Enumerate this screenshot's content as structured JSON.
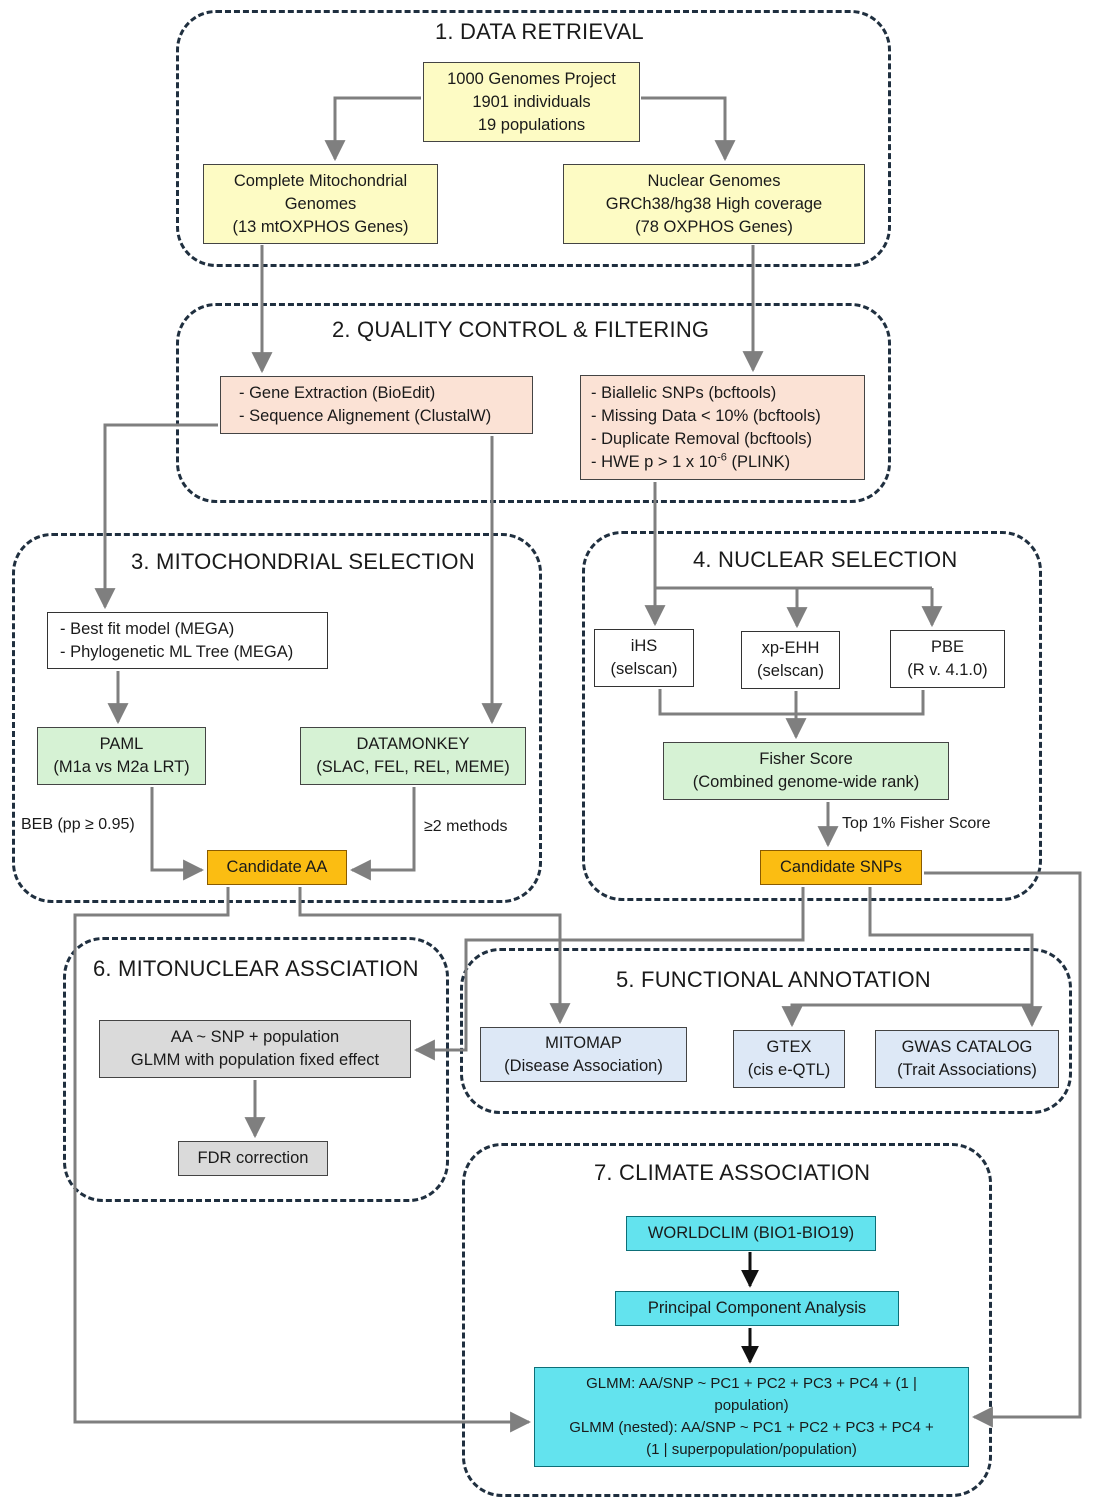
{
  "sections": {
    "s1": "1. DATA RETRIEVAL",
    "s2": "2. QUALITY CONTROL & FILTERING",
    "s3": "3. MITOCHONDRIAL SELECTION",
    "s4": "4. NUCLEAR SELECTION",
    "s5": "5. FUNCTIONAL ANNOTATION",
    "s6": "6. MITONUCLEAR ASSCIATION",
    "s7": "7. CLIMATE ASSOCIATION"
  },
  "boxes": {
    "genomes1000": [
      "1000 Genomes Project",
      "1901 individuals",
      "19 populations"
    ],
    "mito_genomes": [
      "Complete Mitochondrial",
      "Genomes",
      "(13 mtOXPHOS Genes)"
    ],
    "nuclear_genomes": [
      "Nuclear Genomes",
      "GRCh38/hg38 High coverage",
      "(78 OXPHOS Genes)"
    ],
    "mito_qc": [
      "- Gene Extraction (BioEdit)",
      "- Sequence Alignement (ClustalW)"
    ],
    "nuclear_qc": {
      "l1": "- Biallelic SNPs (bcftools)",
      "l2": "- Missing Data < 10% (bcftools)",
      "l3": "- Duplicate Removal (bcftools)",
      "l4_pre": "- HWE p > 1 x 10",
      "l4_sup": "-6",
      "l4_post": " (PLINK)"
    },
    "mega": [
      "- Best fit model (MEGA)",
      "- Phylogenetic ML Tree (MEGA)"
    ],
    "paml": [
      "PAML",
      "(M1a vs M2a LRT)"
    ],
    "datamonkey": [
      "DATAMONKEY",
      "(SLAC, FEL, REL, MEME)"
    ],
    "candidate_aa": "Candidate AA",
    "ihs": [
      "iHS",
      "(selscan)"
    ],
    "xpehh": [
      "xp-EHH",
      "(selscan)"
    ],
    "pbe": [
      "PBE",
      "(R v. 4.1.0)"
    ],
    "fisher": [
      "Fisher Score",
      "(Combined genome-wide rank)"
    ],
    "candidate_snps": "Candidate SNPs",
    "glmm_mitonuclear": [
      "AA ~ SNP + population",
      "GLMM with population fixed effect"
    ],
    "fdr": "FDR correction",
    "mitomap": [
      "MITOMAP",
      "(Disease Association)"
    ],
    "gtex": [
      "GTEX",
      "(cis e-QTL)"
    ],
    "gwas": [
      "GWAS CATALOG",
      "(Trait Associations)"
    ],
    "worldclim": "WORLDCLIM (BIO1-BIO19)",
    "pca": "Principal Component Analysis",
    "glmm_climate": [
      "GLMM: AA/SNP ~ PC1 + PC2 + PC3 + PC4 + (1 |",
      "population)",
      "GLMM  (nested): AA/SNP ~ PC1 + PC2 + PC3 + PC4 +",
      "(1 | superpopulation/population)"
    ]
  },
  "edge_labels": {
    "beb": "BEB (pp ≥ 0.95)",
    "two_methods": "≥2 methods",
    "top1": "Top 1% Fisher Score"
  },
  "colors": {
    "data_source": "#fdfbc4",
    "qc": "#fbe2d5",
    "selection": "#d6f2d4",
    "candidate": "#fbbd12",
    "annotation": "#dde8f6",
    "mitonuclear": "#dadada",
    "climate": "#63e3ee",
    "connector": "#7f7f7f",
    "section_border": "#1f2f3f"
  }
}
